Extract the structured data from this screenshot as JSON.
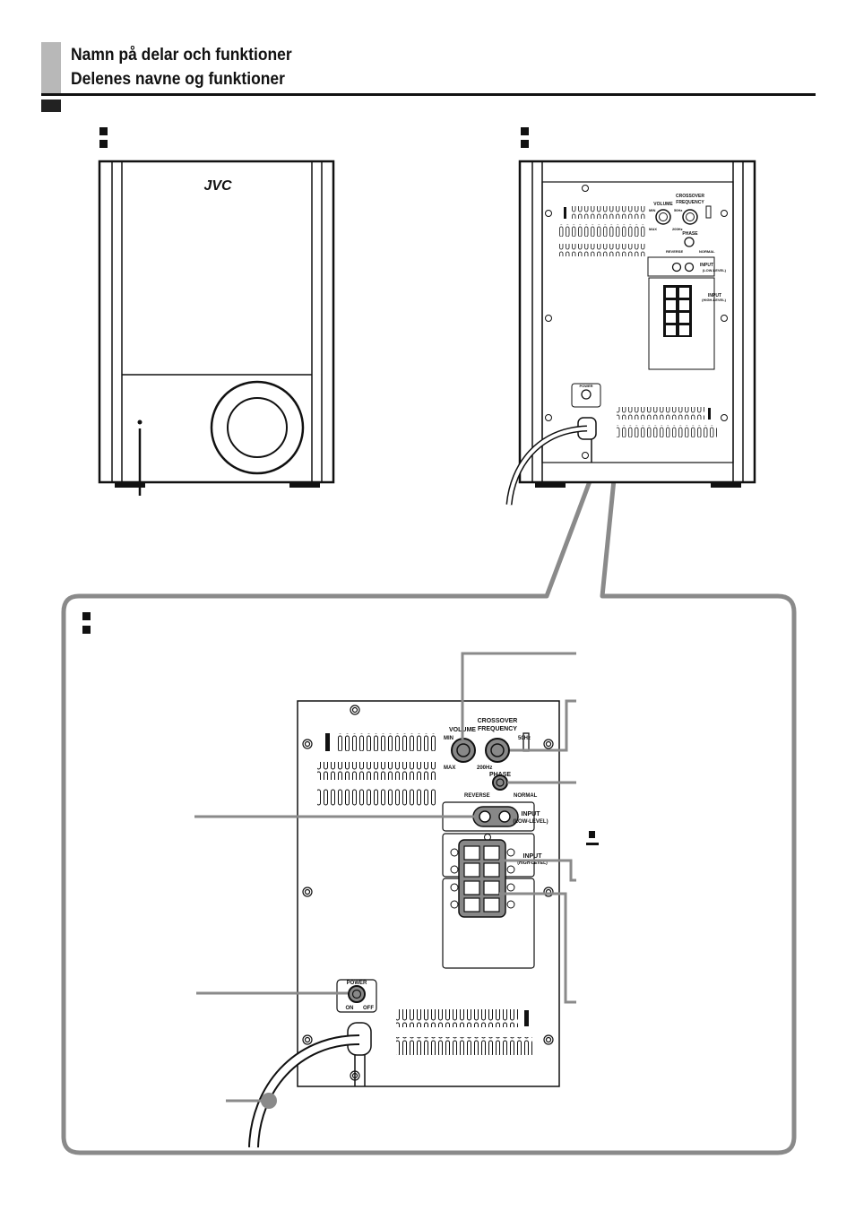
{
  "page": {
    "title_line1": "Namn på delar och funktioner",
    "title_line2": "Delenes navne og funktioner"
  },
  "front_view": {
    "brand": "JVC"
  },
  "rear_panel": {
    "volume": "VOLUME",
    "crossover_line1": "CROSSOVER",
    "crossover_line2": "FREQUENCY",
    "min": "MIN",
    "max": "MAX",
    "freq_low": "50Hz",
    "freq_high": "200Hz",
    "phase": "PHASE",
    "reverse": "REVERSE",
    "normal": "NORMAL",
    "input": "INPUT",
    "low_level": "(LOW-LEVEL)",
    "high_level": "(HIGH-LEVEL)",
    "power": "POWER",
    "on": "ON",
    "off": "OFF"
  },
  "colors": {
    "callout_gray": "#8a8a8a",
    "header_gray": "#b8b8b8",
    "line": "#111111"
  }
}
